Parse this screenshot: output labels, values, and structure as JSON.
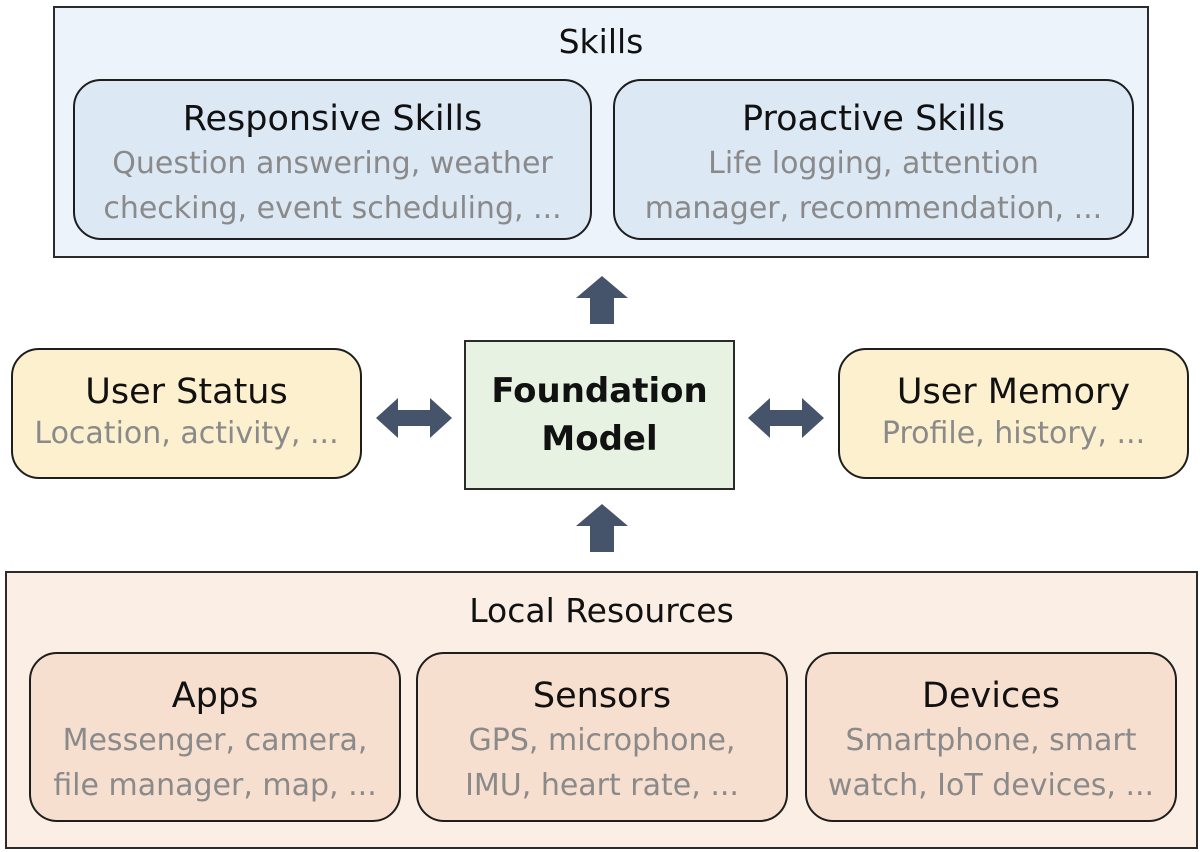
{
  "skills": {
    "title": "Skills",
    "responsive": {
      "title": "Responsive Skills",
      "desc_line1": "Question answering, weather",
      "desc_line2": "checking, event scheduling, ..."
    },
    "proactive": {
      "title": "Proactive Skills",
      "desc_line1": "Life logging, attention",
      "desc_line2": "manager, recommendation, ..."
    }
  },
  "foundation": {
    "line1": "Foundation",
    "line2": "Model"
  },
  "user_status": {
    "title": "User Status",
    "desc": "Location, activity, ..."
  },
  "user_memory": {
    "title": "User Memory",
    "desc": "Profile, history, ..."
  },
  "local_resources": {
    "title": "Local Resources",
    "apps": {
      "title": "Apps",
      "desc_line1": "Messenger, camera,",
      "desc_line2": "file manager, map, ..."
    },
    "sensors": {
      "title": "Sensors",
      "desc_line1": "GPS, microphone,",
      "desc_line2": "IMU, heart rate, ..."
    },
    "devices": {
      "title": "Devices",
      "desc_line1": "Smartphone, smart",
      "desc_line2": "watch, IoT devices, ..."
    }
  },
  "colors": {
    "arrow": "#46546b",
    "skills_bg": "#ecf3fb",
    "skill_card_bg": "#dde8f5",
    "foundation_bg": "#e7f2e3",
    "side_card_bg": "#fdf0cf",
    "resources_bg": "#fbefe5",
    "resource_card_bg": "#f7dfd0",
    "desc_text": "#8a8a8a"
  }
}
